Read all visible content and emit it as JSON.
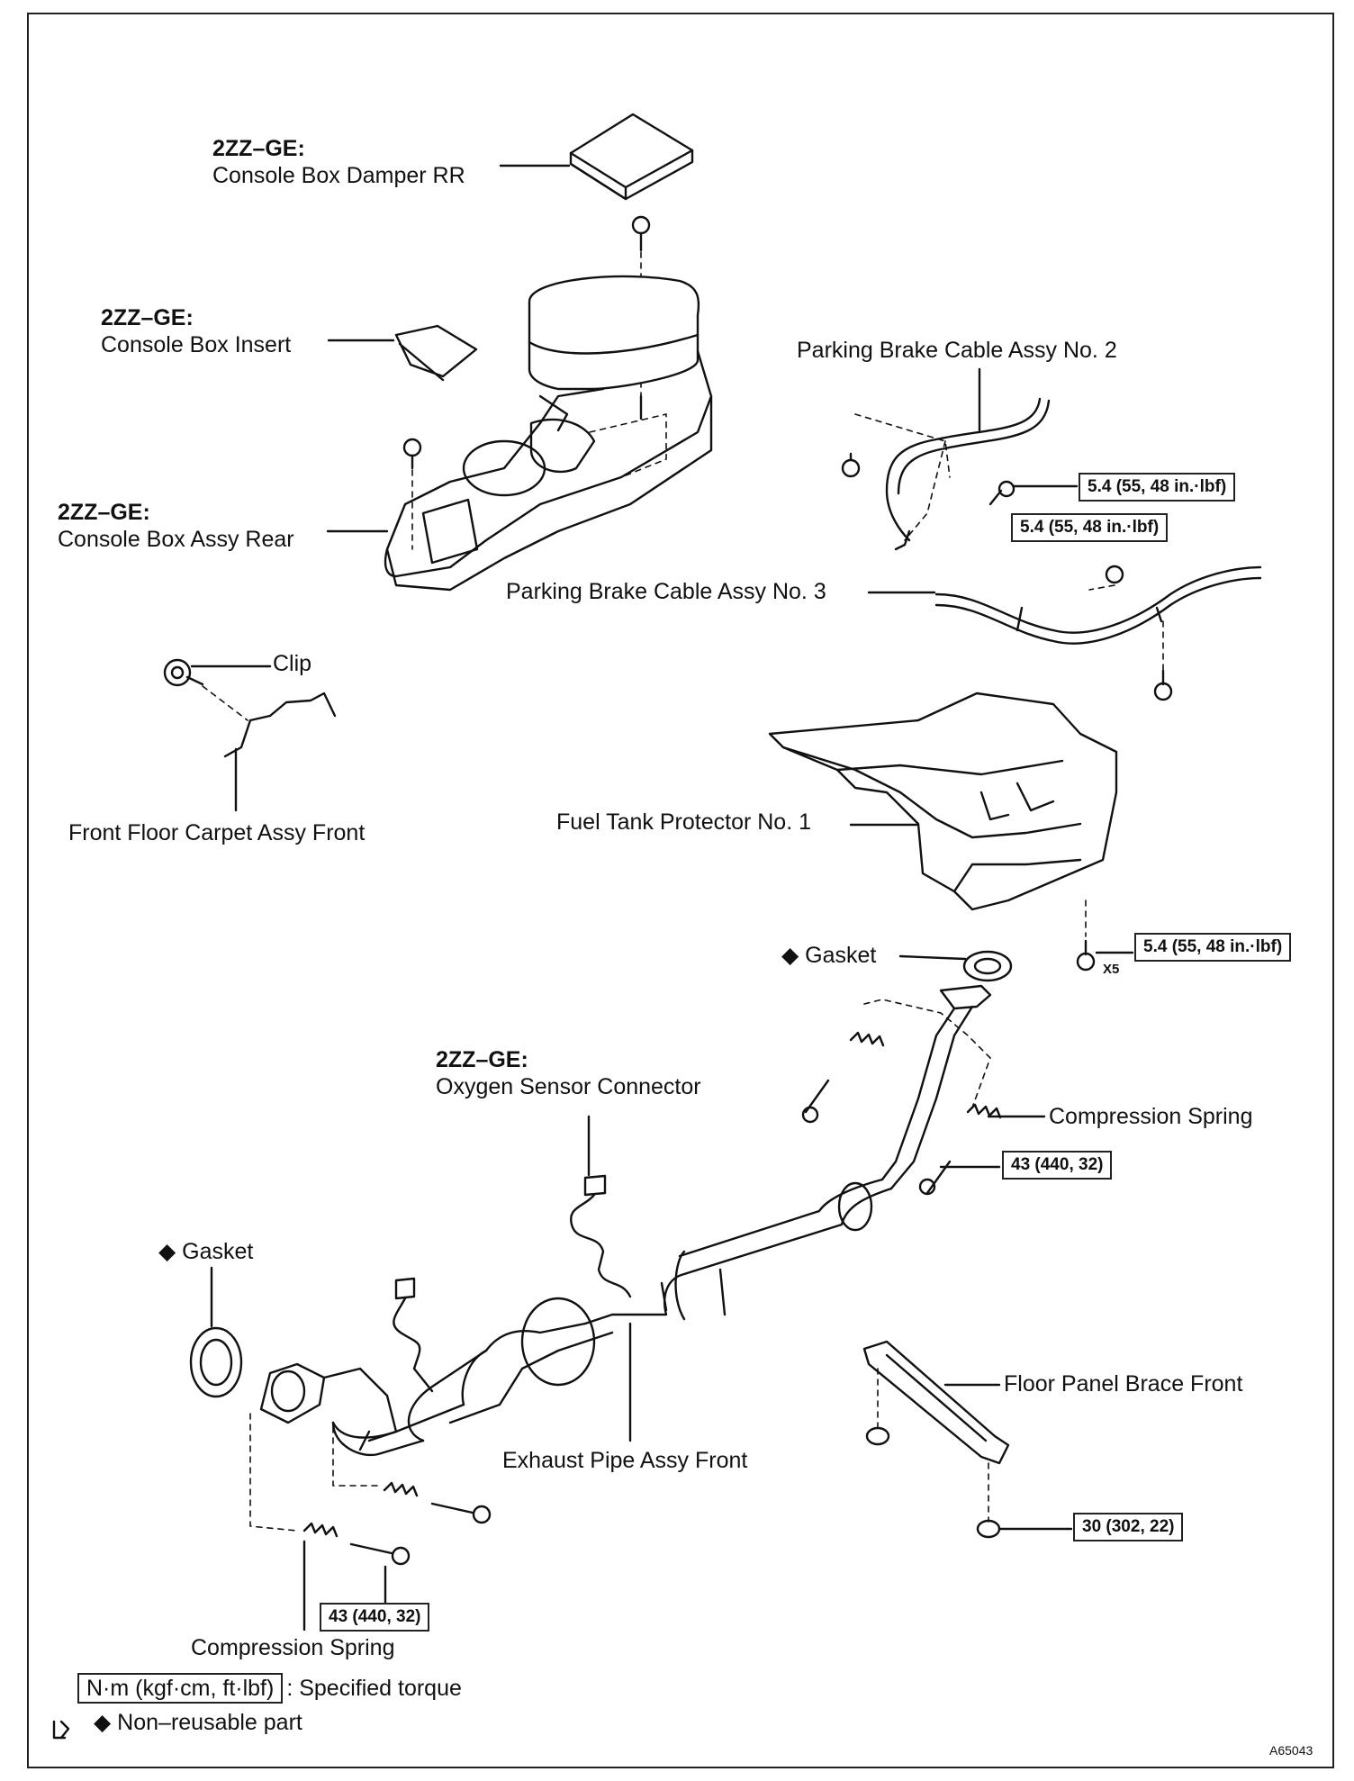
{
  "labels": {
    "console_damper_engine": "2ZZ–GE:",
    "console_damper_name": "Console Box Damper RR",
    "console_insert_engine": "2ZZ–GE:",
    "console_insert_name": "Console Box Insert",
    "console_rear_engine": "2ZZ–GE:",
    "console_rear_name": "Console Box Assy Rear",
    "clip": "Clip",
    "carpet": "Front Floor Carpet Assy Front",
    "brake_cable_2": "Parking Brake Cable Assy No. 2",
    "brake_cable_3": "Parking Brake Cable Assy No. 3",
    "fuel_tank_protector": "Fuel Tank Protector No. 1",
    "gasket_upper": "◆ Gasket",
    "gasket_lower": "◆ Gasket",
    "o2_engine": "2ZZ–GE:",
    "o2_name": "Oxygen Sensor Connector",
    "compression_spring_right": "Compression Spring",
    "compression_spring_bottom": "Compression Spring",
    "exhaust_pipe": "Exhaust Pipe Assy Front",
    "floor_brace": "Floor Panel Brace Front",
    "x5": "X5"
  },
  "torques": {
    "brake_cable_2": "5.4 (55, 48 in.·lbf)",
    "brake_cable_3": "5.4 (55, 48 in.·lbf)",
    "fuel_tank": "5.4 (55, 48 in.·lbf)",
    "pipe_right": "43 (440, 32)",
    "pipe_bottom": "43 (440, 32)",
    "brace": "30 (302, 22)"
  },
  "legend": {
    "torque_unit": "N·m (kgf·cm, ft·lbf)",
    "torque_text": ": Specified torque",
    "nonreusable": "◆ Non–reusable part"
  },
  "figure_id": "A65043"
}
